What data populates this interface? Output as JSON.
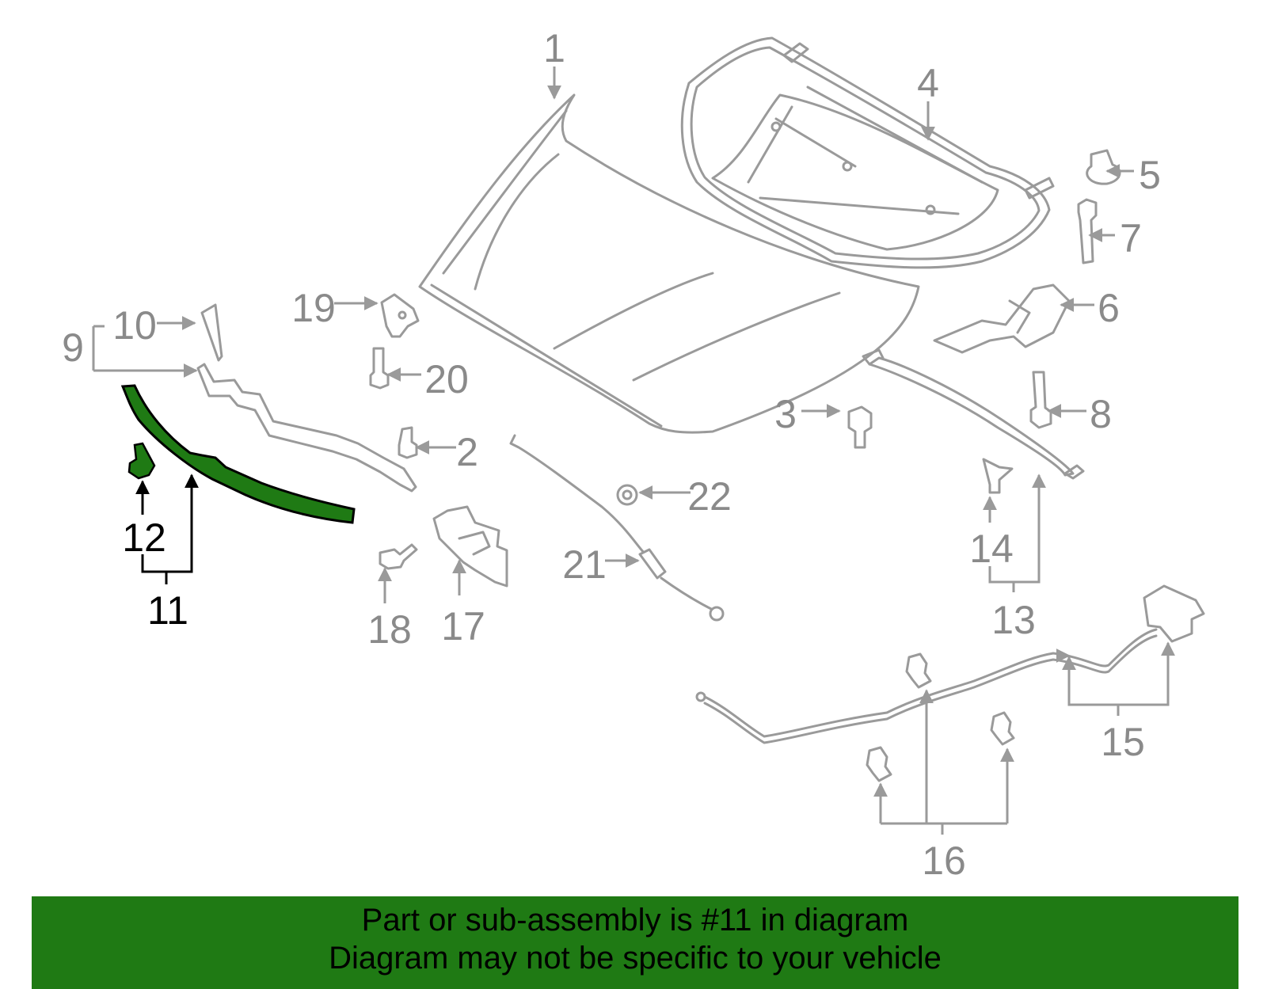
{
  "diagram": {
    "highlight_color": "#1f7a14",
    "highlighted_part": "11",
    "callouts": [
      "1",
      "2",
      "3",
      "4",
      "5",
      "6",
      "7",
      "8",
      "9",
      "10",
      "11",
      "12",
      "13",
      "14",
      "15",
      "16",
      "17",
      "18",
      "19",
      "20",
      "21",
      "22"
    ]
  },
  "banner": {
    "line1": "Part or sub-assembly is #11 in diagram",
    "line2": "Diagram may not be specific to your vehicle",
    "background": "#1f7a14"
  }
}
